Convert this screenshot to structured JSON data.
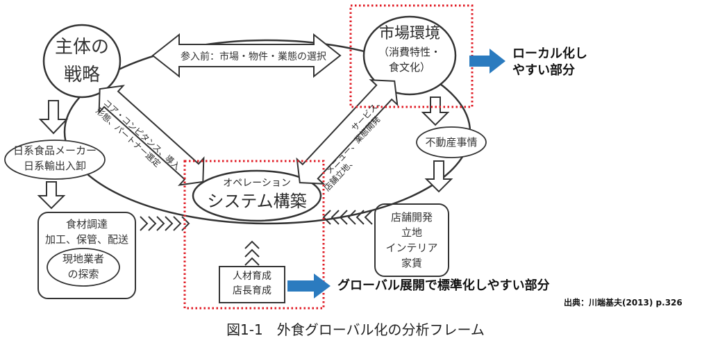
{
  "nodes": {
    "strategy": [
      "主体の",
      "戦略"
    ],
    "market": [
      "市場環境",
      "（消費特性・",
      "食文化）"
    ],
    "operation": [
      "オペレーション",
      "システム構築"
    ],
    "maker": [
      "日系食品メーカー",
      "日系輸出入卸"
    ],
    "realestate": "不動産事情",
    "procurement": [
      "食材調達",
      "加工、保管、配送"
    ],
    "local_vendor": [
      "現地業者",
      "の探索"
    ],
    "store_dev": [
      "店舗開発",
      "立地",
      "インテリア",
      "家賃"
    ],
    "hr": [
      "人材育成",
      "店長育成"
    ]
  },
  "arrows": {
    "top": "参入前：市場・物件・業態の選択",
    "left_diag": [
      "コア・コンピタンス、導入",
      "形態、パートナー選定"
    ],
    "right_diag": [
      "サービス、",
      "メニュー、業態開発",
      "店舗立地、"
    ]
  },
  "callouts": {
    "localization": [
      "ローカル化し",
      "やすい部分"
    ],
    "standardization": "グローバル展開で標準化しやすい部分"
  },
  "source": "出典：川端基夫(2013) p.326",
  "caption": "図1-1　外食グローバル化の分析フレーム",
  "colors": {
    "highlight_red": "#e01b24",
    "callout_blue": "#2b7bbf",
    "line": "#333333"
  }
}
